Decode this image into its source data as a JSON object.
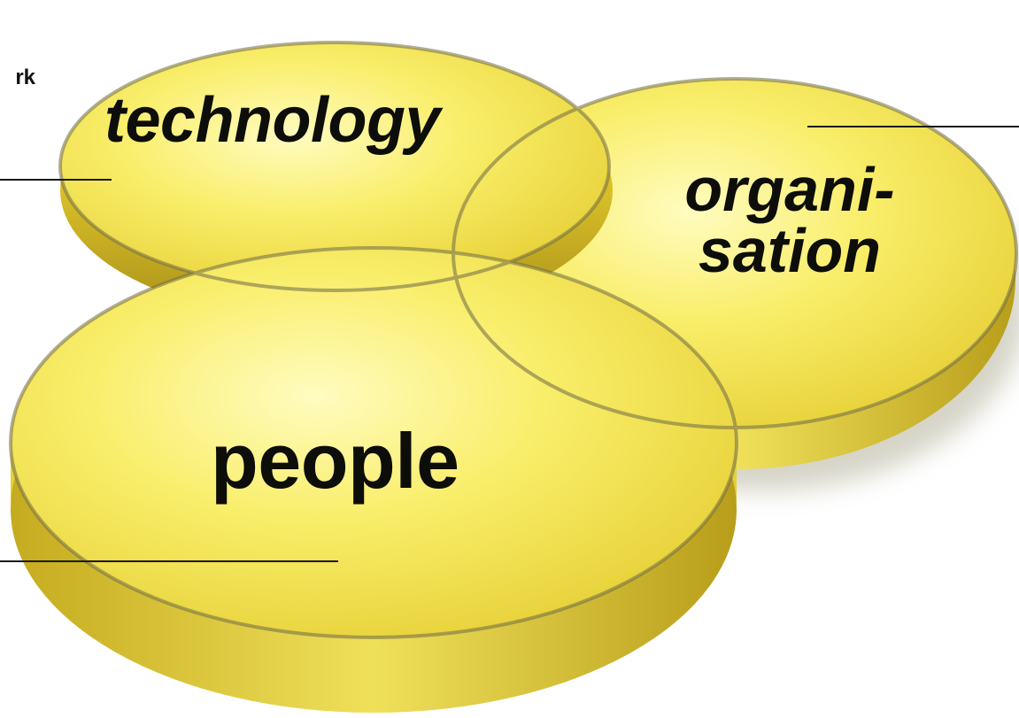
{
  "corner_text": "rk",
  "labels": {
    "technology": "technology",
    "organisation_line1": "organi-",
    "organisation_line2": "sation",
    "people": "people"
  },
  "colors": {
    "disc_highlight": "#fdf89a",
    "disc_face": "#f2e14a",
    "disc_side": "#c7ad1c",
    "disc_shadow": "#8a7a10",
    "outline": "#6f6a46",
    "rule_line": "#1a1a1a"
  }
}
